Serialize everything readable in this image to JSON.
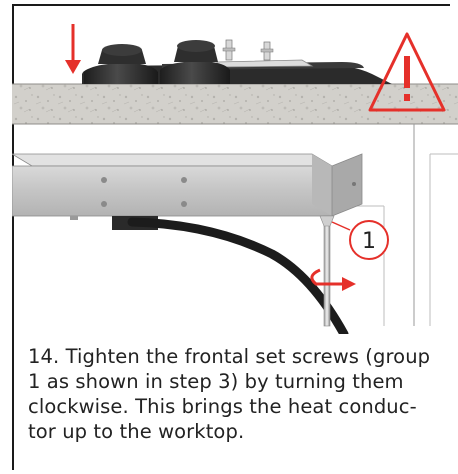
{
  "callout_number": "1",
  "caption": {
    "lines": [
      "14. Tighten the frontal set screws (group",
      "1 as shown in step 3) by turning them",
      "clockwise. This brings the heat conduc-",
      "tor up to the worktop."
    ]
  },
  "colors": {
    "arrow_red": "#e5302a",
    "warning_red": "#e5302a",
    "worktop_gray": "#cfcdc8",
    "hob_black": "#2a2a2a",
    "cable_black": "#1c1c1c",
    "housing_gray": "#c9c9c9"
  },
  "icons": {
    "warning": "warning-triangle-icon",
    "press_arrow": "down-arrow-icon",
    "rotate_arrow": "clockwise-arrow-icon"
  }
}
